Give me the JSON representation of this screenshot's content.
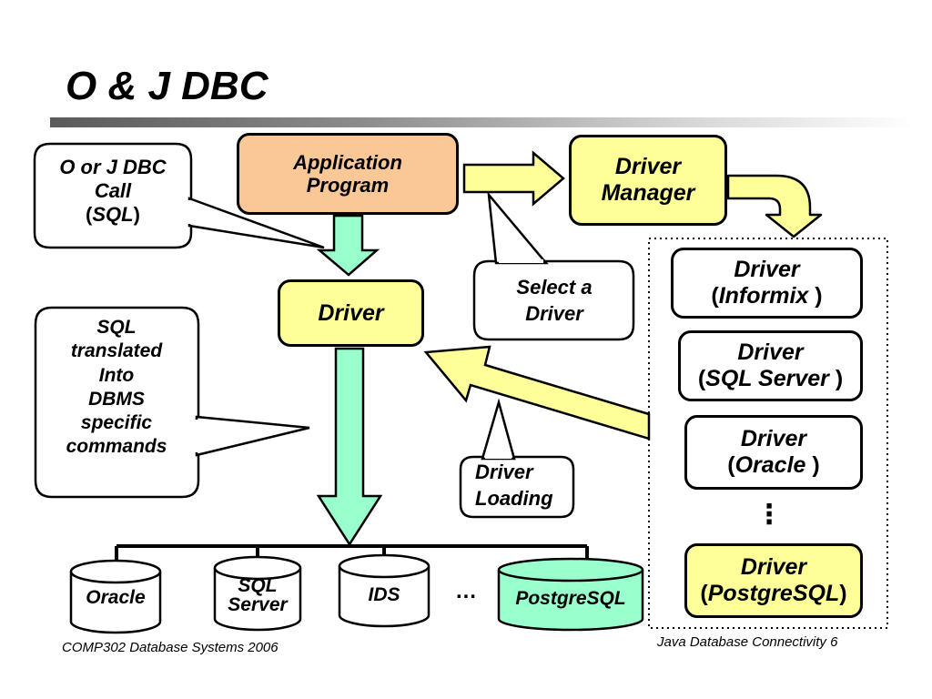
{
  "slide": {
    "title": "O & J DBC",
    "footer_left": "COMP302 Database Systems 2006",
    "footer_right": "Java Database Connectivity 6"
  },
  "boxes": {
    "application": [
      "Application",
      "Program"
    ],
    "driver_manager": [
      "Driver",
      "Manager"
    ],
    "driver": "Driver"
  },
  "callouts": {
    "call": [
      "O or J DBC",
      "Call"
    ],
    "call_paren_open": "(",
    "call_sql": "SQL",
    "call_paren_close": ")",
    "translated": [
      "SQL",
      "translated",
      "Into",
      "DBMS",
      "specific",
      "commands"
    ],
    "select": [
      "Select a",
      "Driver"
    ],
    "loading": [
      "Driver",
      "Loading"
    ]
  },
  "drivers": [
    {
      "label": "Driver",
      "name": "Informix",
      "open": "(",
      "close": " )"
    },
    {
      "label": "Driver",
      "name": "SQL Server",
      "open": "(",
      "close": " )"
    },
    {
      "label": "Driver",
      "name": "Oracle",
      "open": "(",
      "close": " )"
    },
    {
      "label": "Driver",
      "name": "PostgreSQL",
      "open": "(",
      "close": ")"
    }
  ],
  "driver_ellipsis": "⋮",
  "databases": {
    "oracle": "Oracle",
    "sqlserver": [
      "SQL",
      "Server"
    ],
    "ids": "IDS",
    "ellipsis": "…",
    "postgresql": "PostgreSQL"
  },
  "colors": {
    "yellow": "#ffff99",
    "orange": "#f9c896",
    "green": "#99ffcc",
    "white": "#ffffff"
  }
}
